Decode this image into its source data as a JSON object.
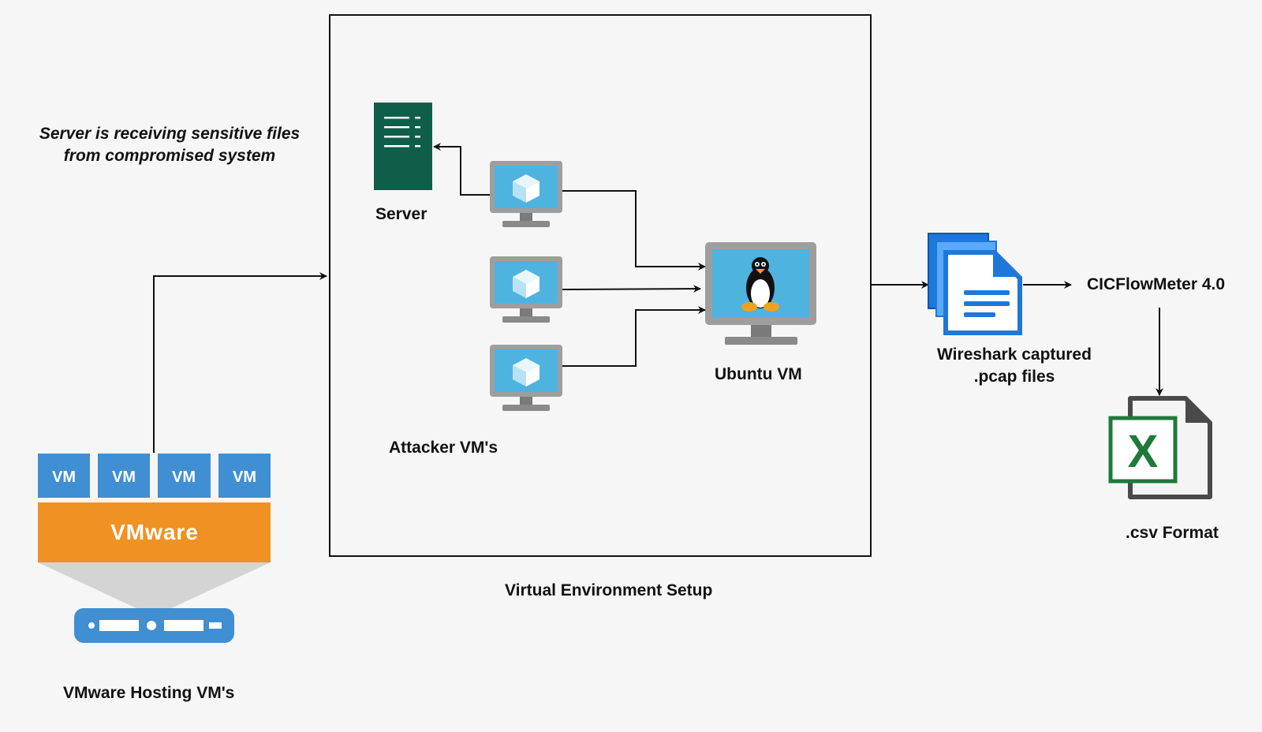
{
  "note": {
    "line1": "Server is receiving sensitive files",
    "line2": "from compromised system"
  },
  "labels": {
    "server": "Server",
    "ubuntu": "Ubuntu VM",
    "attackers": "Attacker VM's",
    "environment": "Virtual Environment Setup",
    "vmware_hosting": "VMware Hosting VM's",
    "wireshark_line1": "Wireshark captured",
    "wireshark_line2": ".pcap files",
    "cicflowmeter": "CICFlowMeter 4.0",
    "csv": ".csv Format"
  },
  "vmware": {
    "vm_labels": [
      "VM",
      "VM",
      "VM",
      "VM"
    ],
    "banner": "VMware"
  },
  "excel_letter": "X",
  "colors": {
    "server": "#0e5e4a",
    "monitor_screen": "#4fb3e0",
    "monitor_frame": "#9e9e9e",
    "vm_tile": "#3f8fd2",
    "vmware_banner": "#ef9223",
    "host_device": "#3f8fd2",
    "doc_blue": "#1f77d9",
    "excel_green": "#1e7a3a"
  },
  "icons": [
    "server-icon",
    "monitor-icon",
    "linux-penguin-icon",
    "document-stack-icon",
    "excel-file-icon",
    "server-rack-icon"
  ]
}
